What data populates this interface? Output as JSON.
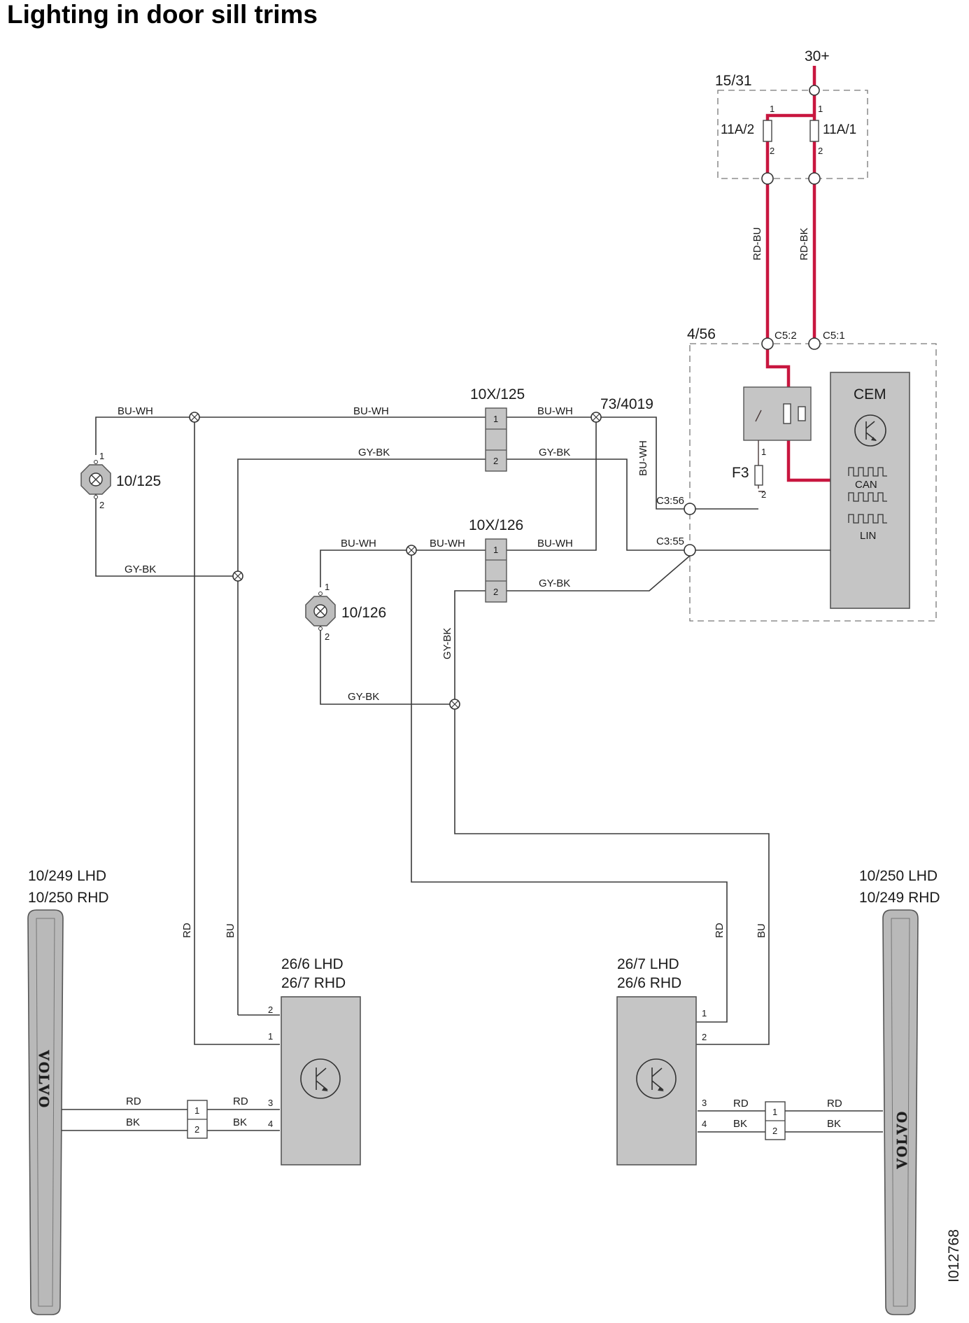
{
  "title": "Lighting in door sill trims",
  "doc_id": "I012768",
  "supply": {
    "terminal": "30+",
    "fuse_box": "15/31",
    "fuse_a": "11A/2",
    "fuse_b": "11A/1"
  },
  "cem": {
    "ref": "4/56",
    "label": "CEM",
    "can": "CAN",
    "lin": "LIN",
    "fuse": "F3",
    "pins": [
      "C5:2",
      "C5:1",
      "C3:56",
      "C3:55"
    ]
  },
  "connectors": [
    "10X/125",
    "10X/126"
  ],
  "splice": "73/4019",
  "lamps": [
    "10/125",
    "10/126"
  ],
  "left_trim": {
    "line1": "10/249 LHD",
    "line2": "10/250 RHD"
  },
  "right_trim": {
    "line1": "10/250 LHD",
    "line2": "10/249 RHD"
  },
  "left_module": {
    "line1": "26/6 LHD",
    "line2": "26/7 RHD"
  },
  "right_module": {
    "line1": "26/7 LHD",
    "line2": "26/6 RHD"
  },
  "wire_colors": {
    "rd_bu": "RD-BU",
    "rd_bk": "RD-BK",
    "bu_wh": "BU-WH",
    "gy_bk": "GY-BK",
    "rd": "RD",
    "bu": "BU",
    "bk": "BK"
  },
  "pin_numbers": [
    "1",
    "2",
    "3",
    "4"
  ],
  "brand": "VOLVO",
  "colors": {
    "supply_wire": "#c8163f",
    "component_fill": "#c5c5c5",
    "wire": "#3a3a3a"
  }
}
